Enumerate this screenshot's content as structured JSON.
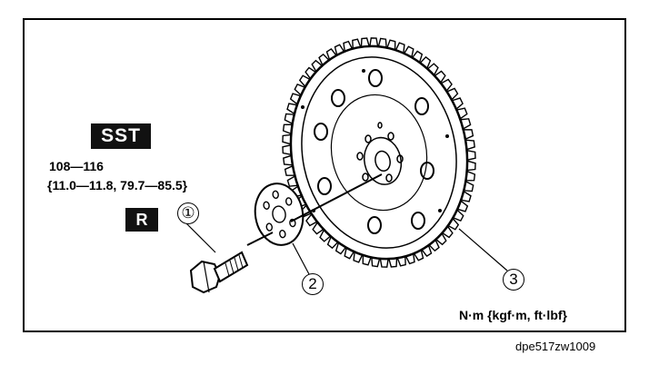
{
  "labels": {
    "sst": "SST",
    "torque_line1": "108—116",
    "torque_line2": "{11.0—11.8, 79.7—85.5}",
    "replace": "R",
    "units": "N·m {kgf·m, ft·lbf}",
    "figure_code": "dpe517zw1009"
  },
  "callouts": {
    "c1": "①",
    "c2": "2",
    "c3": "3"
  },
  "parts": {
    "c1_icon": "bolt-icon",
    "c2_icon": "backing-plate-icon",
    "c3_icon": "flywheel-ring-gear-icon"
  }
}
